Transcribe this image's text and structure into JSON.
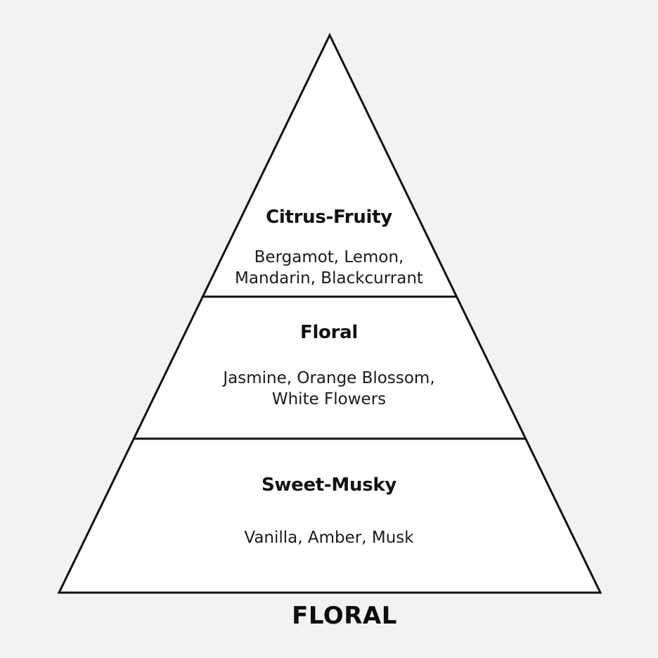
{
  "colors": {
    "background": "#f2f2f3",
    "pyramid_fill": "#ffffff",
    "outline": "#111111",
    "text": "#111111"
  },
  "pyramid": {
    "tiers": [
      {
        "title": "Citrus-Fruity",
        "notes": [
          "Bergamot, Lemon,",
          "Mandarin, Blackcurrant"
        ]
      },
      {
        "title": "Floral",
        "notes": [
          "Jasmine, Orange Blossom,",
          "White Flowers"
        ]
      },
      {
        "title": "Sweet-Musky",
        "notes": [
          "Vanilla, Amber, Musk"
        ]
      }
    ]
  },
  "fragrance_family": "FLORAL"
}
